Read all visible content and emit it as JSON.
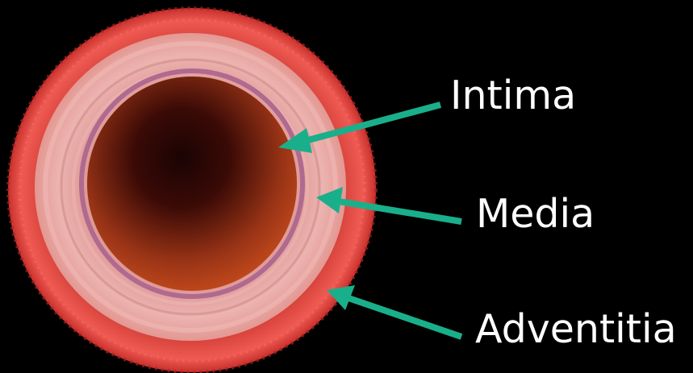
{
  "labels": {
    "intima": "Intima",
    "media": "Media",
    "adventitia": "Adventitia"
  },
  "colors": {
    "background": "#000000",
    "arrow": "#1aaf8b",
    "adventitia": "#e8504a",
    "media": "#e9a7a5",
    "intima": "#b06a8f",
    "lumen_dark": "#1a0404",
    "lumen_light": "#c44a1c"
  }
}
